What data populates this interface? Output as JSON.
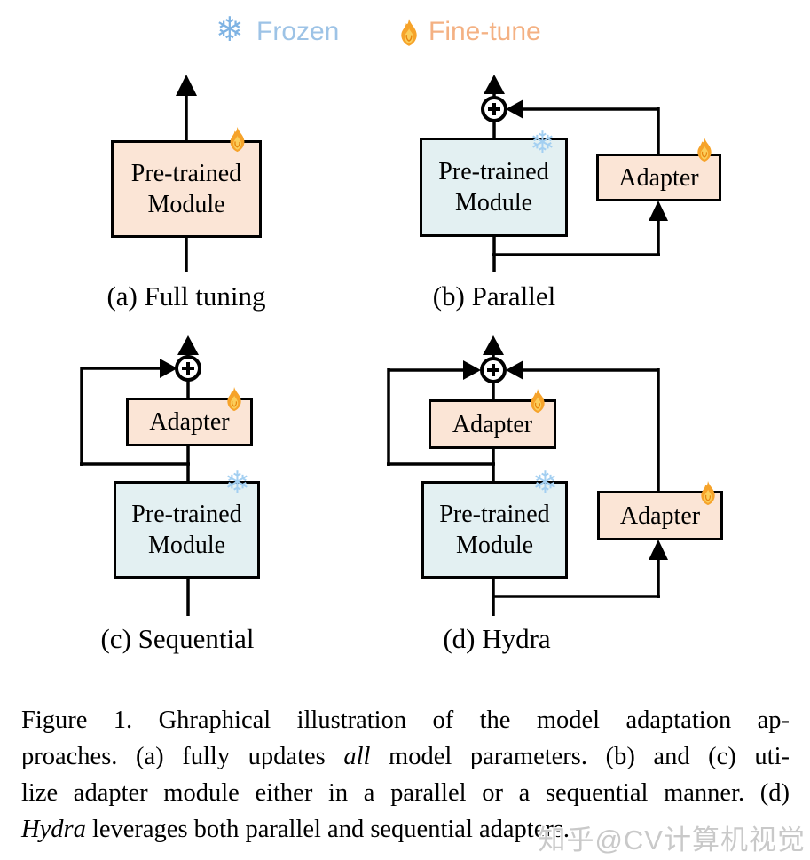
{
  "legend": {
    "frozen": {
      "label": "Frozen",
      "glyph": "❄",
      "text_color": "#9dc3e6",
      "icon_color": "#7fb3e3"
    },
    "finetune": {
      "label": "Fine-tune",
      "text_color": "#f4b183",
      "icon_color": "#f6a32a"
    }
  },
  "diagram": {
    "box_labels": {
      "pretrained": "Pre-trained Module",
      "adapter": "Adapter"
    },
    "colors": {
      "finetune_fill": "#fbe5d6",
      "frozen_fill": "#e3f0f2",
      "line": "#000000"
    },
    "panels": [
      {
        "id": "a",
        "caption": "(a) Full tuning"
      },
      {
        "id": "b",
        "caption": "(b) Parallel"
      },
      {
        "id": "c",
        "caption": "(c) Sequential"
      },
      {
        "id": "d",
        "caption": "(d) Hydra"
      }
    ]
  },
  "figure_caption": {
    "line1": "Figure 1.  Ghraphical illustration of the model adaptation ap-",
    "line2_pre": "proaches. (a) fully updates ",
    "line2_italic": "all",
    "line2_post": " model parameters. (b) and (c) uti-",
    "line3": "lize adapter module either in a parallel or a sequential manner. (d)",
    "line4_italic": "Hydra",
    "line4_post": " leverages both parallel and sequential adapters."
  },
  "watermark": "知乎@CV计算机视觉"
}
